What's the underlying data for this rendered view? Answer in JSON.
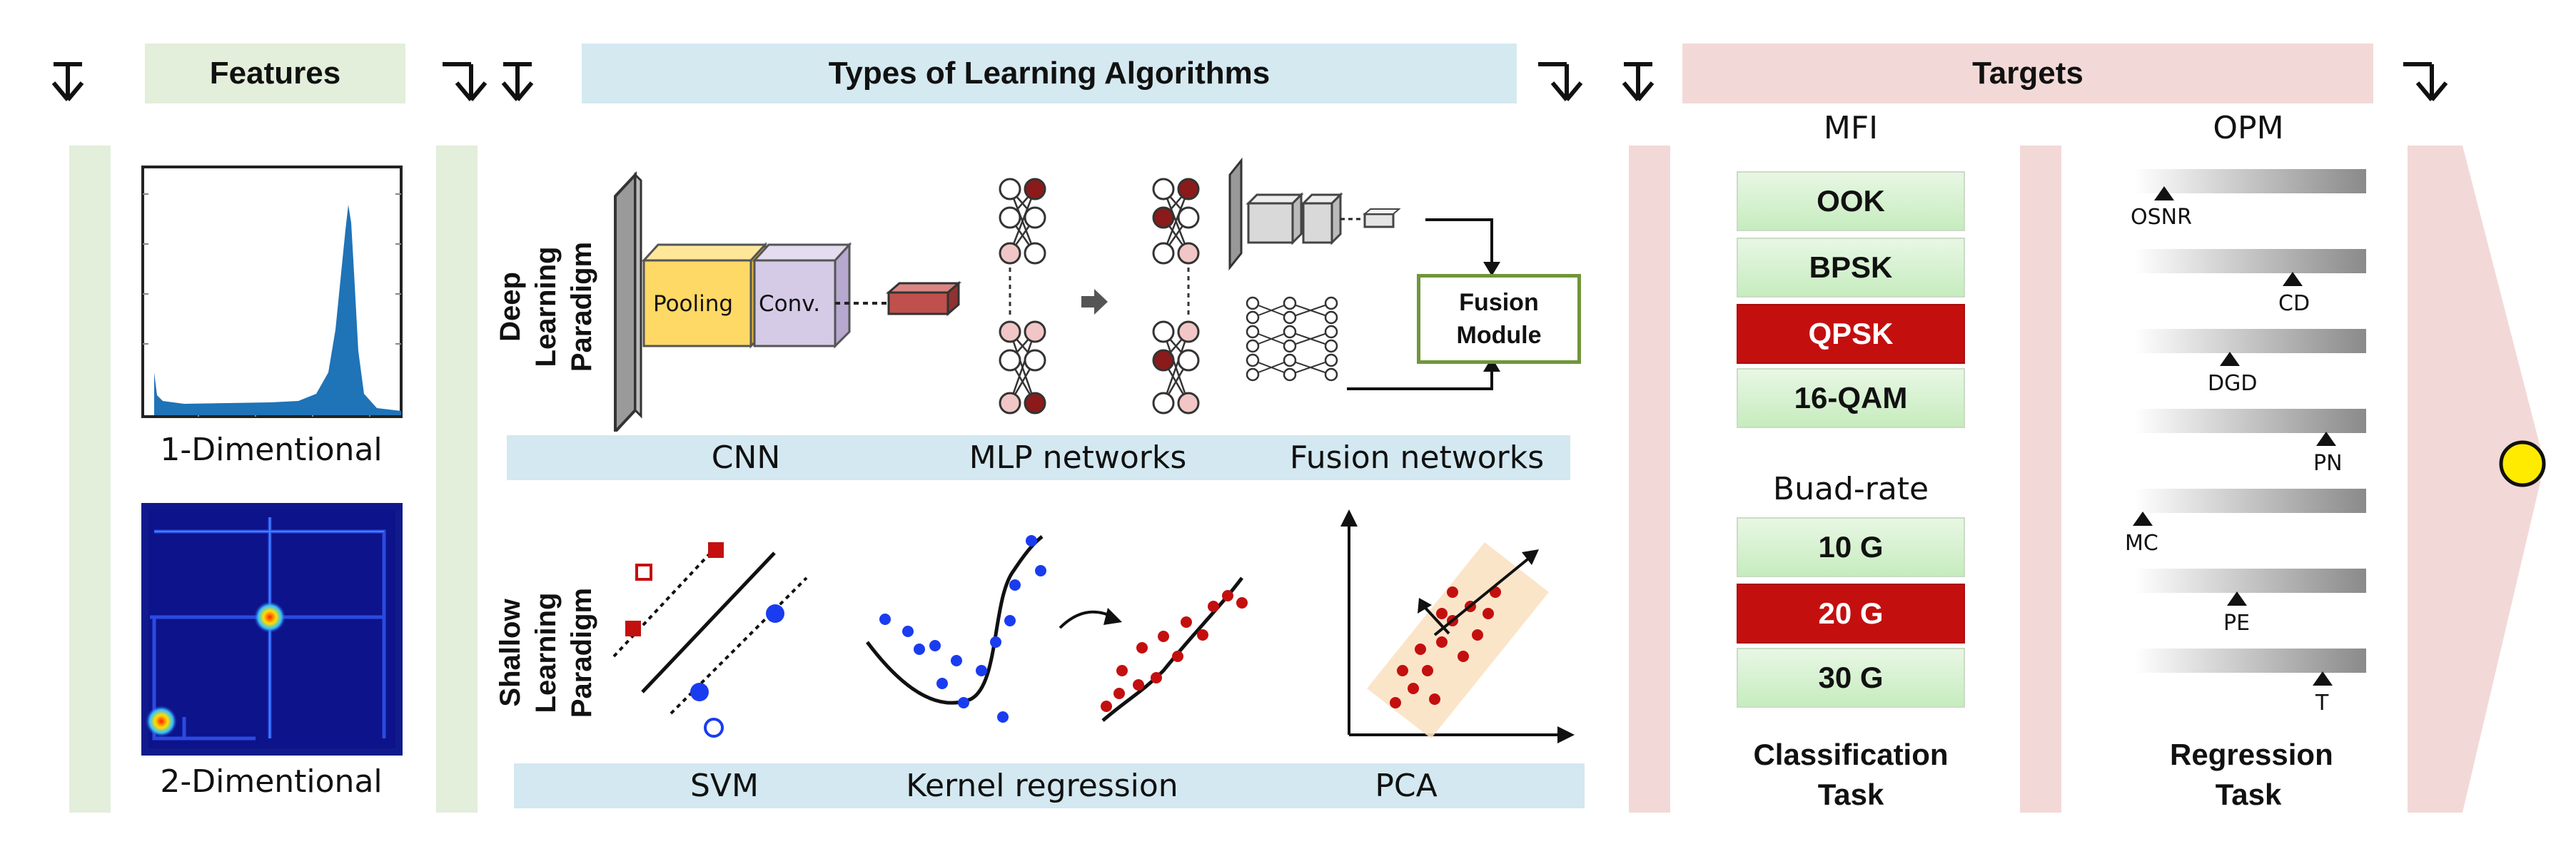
{
  "headers": {
    "features": "Features",
    "algorithms": "Types of Learning Algorithms",
    "targets": "Targets"
  },
  "features": {
    "one_d": "1-Dimentional",
    "two_d": "2-Dimentional"
  },
  "deep": {
    "paradigm": "Deep Learning Paradigm",
    "pooling": "Pooling",
    "conv": "Conv.",
    "fusion_module": "Fusion Module",
    "labels": [
      "CNN",
      "MLP networks",
      "Fusion networks"
    ]
  },
  "shallow": {
    "paradigm": "Shallow Learning Paradigm",
    "labels": [
      "SVM",
      "Kernel regression",
      "PCA"
    ]
  },
  "targets": {
    "mfi_title": "MFI",
    "mfi_items": [
      "OOK",
      "BPSK",
      "QPSK",
      "16-QAM"
    ],
    "baud_title": "Buad-rate",
    "baud_items": [
      "10 G",
      "20 G",
      "30 G"
    ],
    "classification": "Classification Task",
    "opm_title": "OPM",
    "opm_items": [
      "OSNR",
      "CD",
      "DGD",
      "PN",
      "MC",
      "PE",
      "T"
    ],
    "regression": "Regression Task"
  },
  "colors": {
    "features_header": "#e3eedb",
    "algorithms_header": "#d5e9f0",
    "targets_header": "#f2d9d7",
    "algo_bar": "#d3e8f0",
    "selected": "#c40f0f",
    "option": "#d4f2cd",
    "output_node": "#ffeb00"
  }
}
